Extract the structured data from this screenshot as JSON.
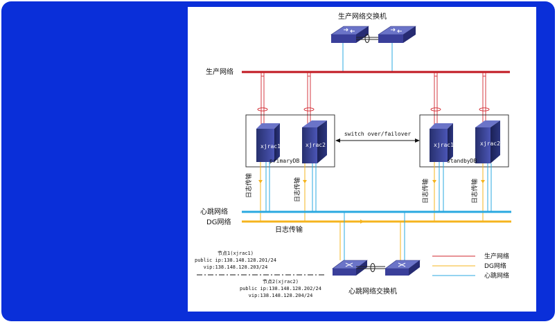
{
  "diagram": {
    "top_switch_label": "生产网络交换机",
    "production_network_label": "生产网络",
    "heartbeat_network_label": "心跳网络",
    "dg_network_label": "DG网络",
    "log_transfer_bottom_label": "日志传输",
    "log_transfer_vertical_label": "日志传输",
    "switchover_label": "switch over/failover",
    "primary_group_label": "primaryDB",
    "standby_group_label": "standbyDB",
    "server_labels": [
      "xjrac1",
      "xjrac2",
      "xjrac1",
      "xjrac2"
    ],
    "bottom_switch_label": "心跳网络交换机",
    "node1": {
      "title": "节点1(xjrac1)",
      "public_ip": "public ip:138.148.128.201/24",
      "vip": "vip:138.148.128.203/24"
    },
    "node2": {
      "title": "节点2(xjrac2)",
      "public_ip": "public ip:138.148.128.202/24",
      "vip": "vip:138.148.128.204/24"
    },
    "legend": [
      {
        "label": "生产网络",
        "color": "#d0242c"
      },
      {
        "label": "DG网络",
        "color": "#f5b41e"
      },
      {
        "label": "心跳网络",
        "color": "#2aa8e0"
      }
    ],
    "colors": {
      "production": "#c0161f",
      "dg": "#f5b41e",
      "heartbeat": "#2aa8e0",
      "frame": "#0a2fd9",
      "device": "#3a3f9a"
    }
  }
}
